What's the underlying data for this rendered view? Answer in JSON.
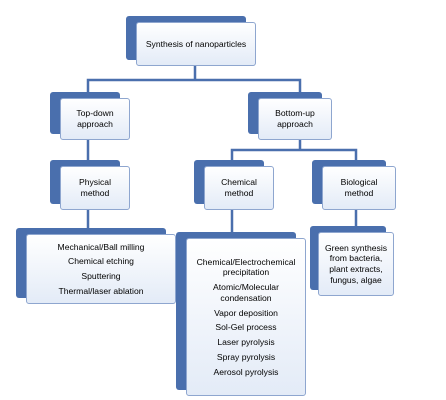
{
  "root": {
    "label": "Synthesis of nanoparticles"
  },
  "top_down": {
    "label": "Top-down approach"
  },
  "bottom_up": {
    "label": "Bottom-up approach"
  },
  "physical": {
    "label": "Physical method",
    "items": [
      "Mechanical/Ball milling",
      "Chemical etching",
      "Sputtering",
      "Thermal/laser ablation"
    ]
  },
  "chemical": {
    "label": "Chemical method",
    "items": [
      "Chemical/Electrochemical precipitation",
      "Atomic/Molecular condensation",
      "Vapor deposition",
      "Sol-Gel process",
      "Laser pyrolysis",
      "Spray pyrolysis",
      "Aerosol pyrolysis"
    ]
  },
  "biological": {
    "label": "Biological method",
    "items": [
      "Green synthesis from bacteria, plant extracts, fungus, algae"
    ]
  },
  "colors": {
    "box_shadow": "#4a6fad",
    "box_border": "#8ea6cf",
    "box_fill": "#e3ebf7",
    "connector": "#4a6fad"
  }
}
